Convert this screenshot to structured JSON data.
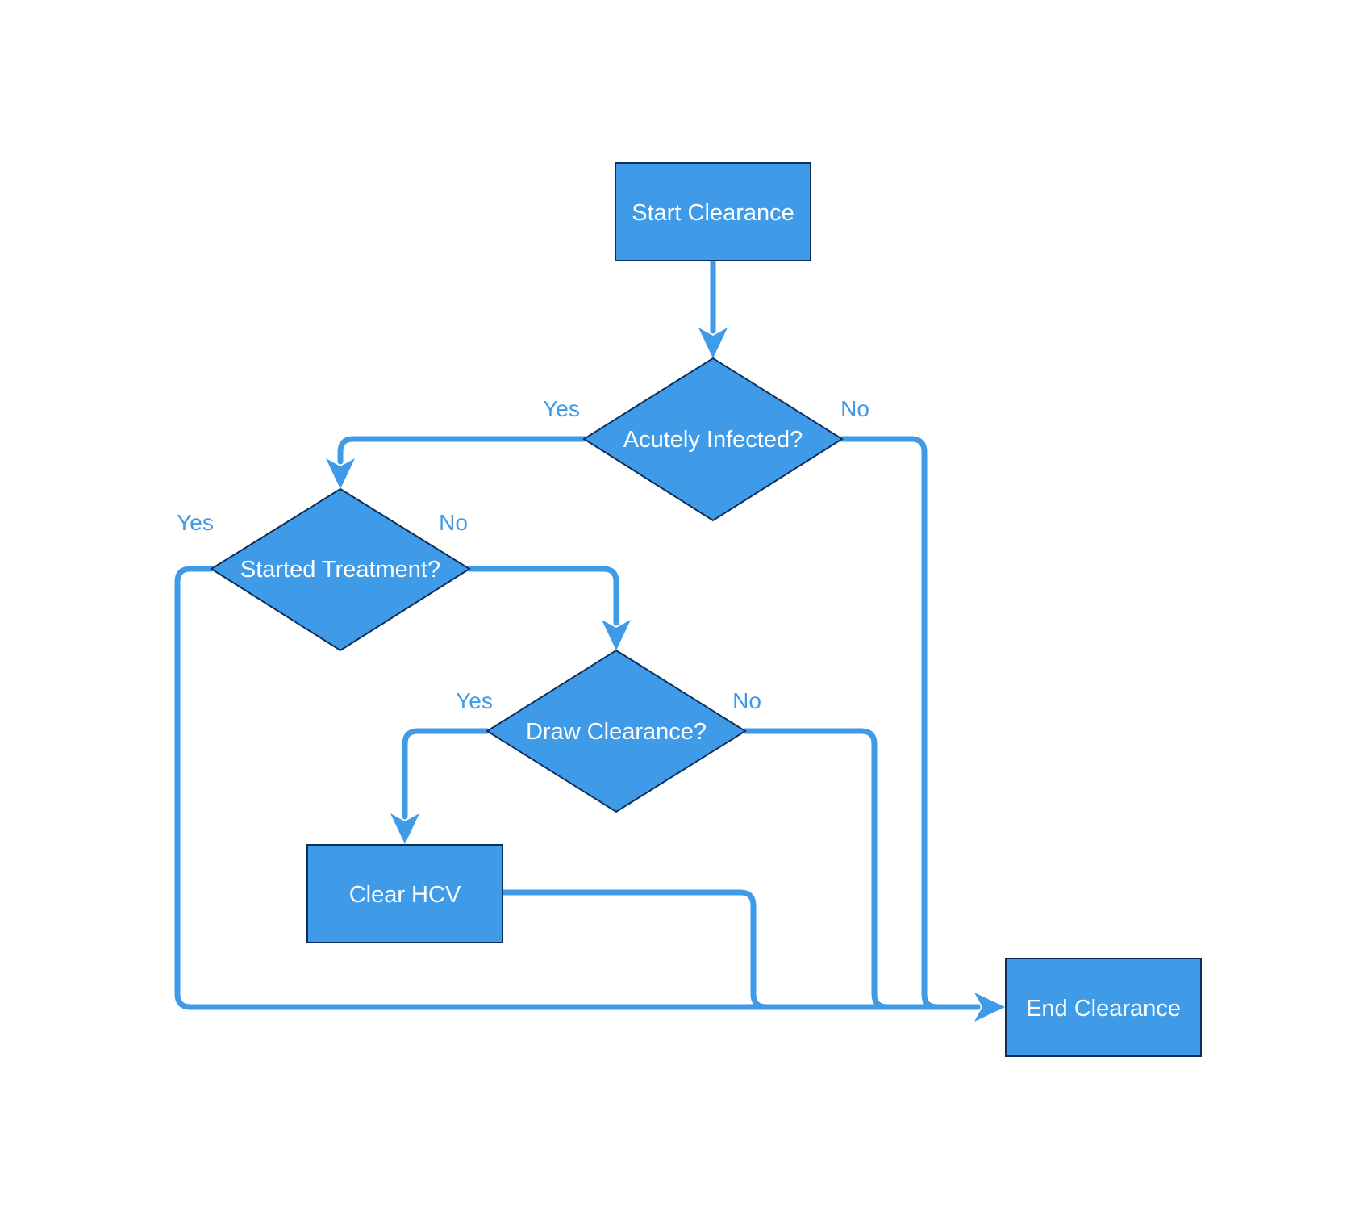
{
  "diagram": {
    "colors": {
      "fill": "#3f9ae8",
      "stroke": "#0d2d5a",
      "edge": "#3f9ae8",
      "text": "#ffffff",
      "edge_label": "#3f9ae8",
      "background": "#ffffff"
    },
    "nodes": {
      "start": {
        "label": "Start Clearance",
        "shape": "rectangle"
      },
      "acutely_infected": {
        "label": "Acutely Infected?",
        "shape": "diamond"
      },
      "started_treatment": {
        "label": "Started Treatment?",
        "shape": "diamond"
      },
      "draw_clearance": {
        "label": "Draw Clearance?",
        "shape": "diamond"
      },
      "clear_hcv": {
        "label": "Clear HCV",
        "shape": "rectangle"
      },
      "end": {
        "label": "End Clearance",
        "shape": "rectangle"
      }
    },
    "edges": {
      "start_to_acute": {
        "from": "start",
        "to": "acutely_infected",
        "label": ""
      },
      "acute_yes": {
        "from": "acutely_infected",
        "to": "started_treatment",
        "label": "Yes"
      },
      "acute_no": {
        "from": "acutely_infected",
        "to": "end",
        "label": "No"
      },
      "treatment_yes": {
        "from": "started_treatment",
        "to": "end",
        "label": "Yes"
      },
      "treatment_no": {
        "from": "started_treatment",
        "to": "draw_clearance",
        "label": "No"
      },
      "draw_yes": {
        "from": "draw_clearance",
        "to": "clear_hcv",
        "label": "Yes"
      },
      "draw_no": {
        "from": "draw_clearance",
        "to": "end",
        "label": "No"
      },
      "clear_to_end": {
        "from": "clear_hcv",
        "to": "end",
        "label": ""
      }
    }
  }
}
